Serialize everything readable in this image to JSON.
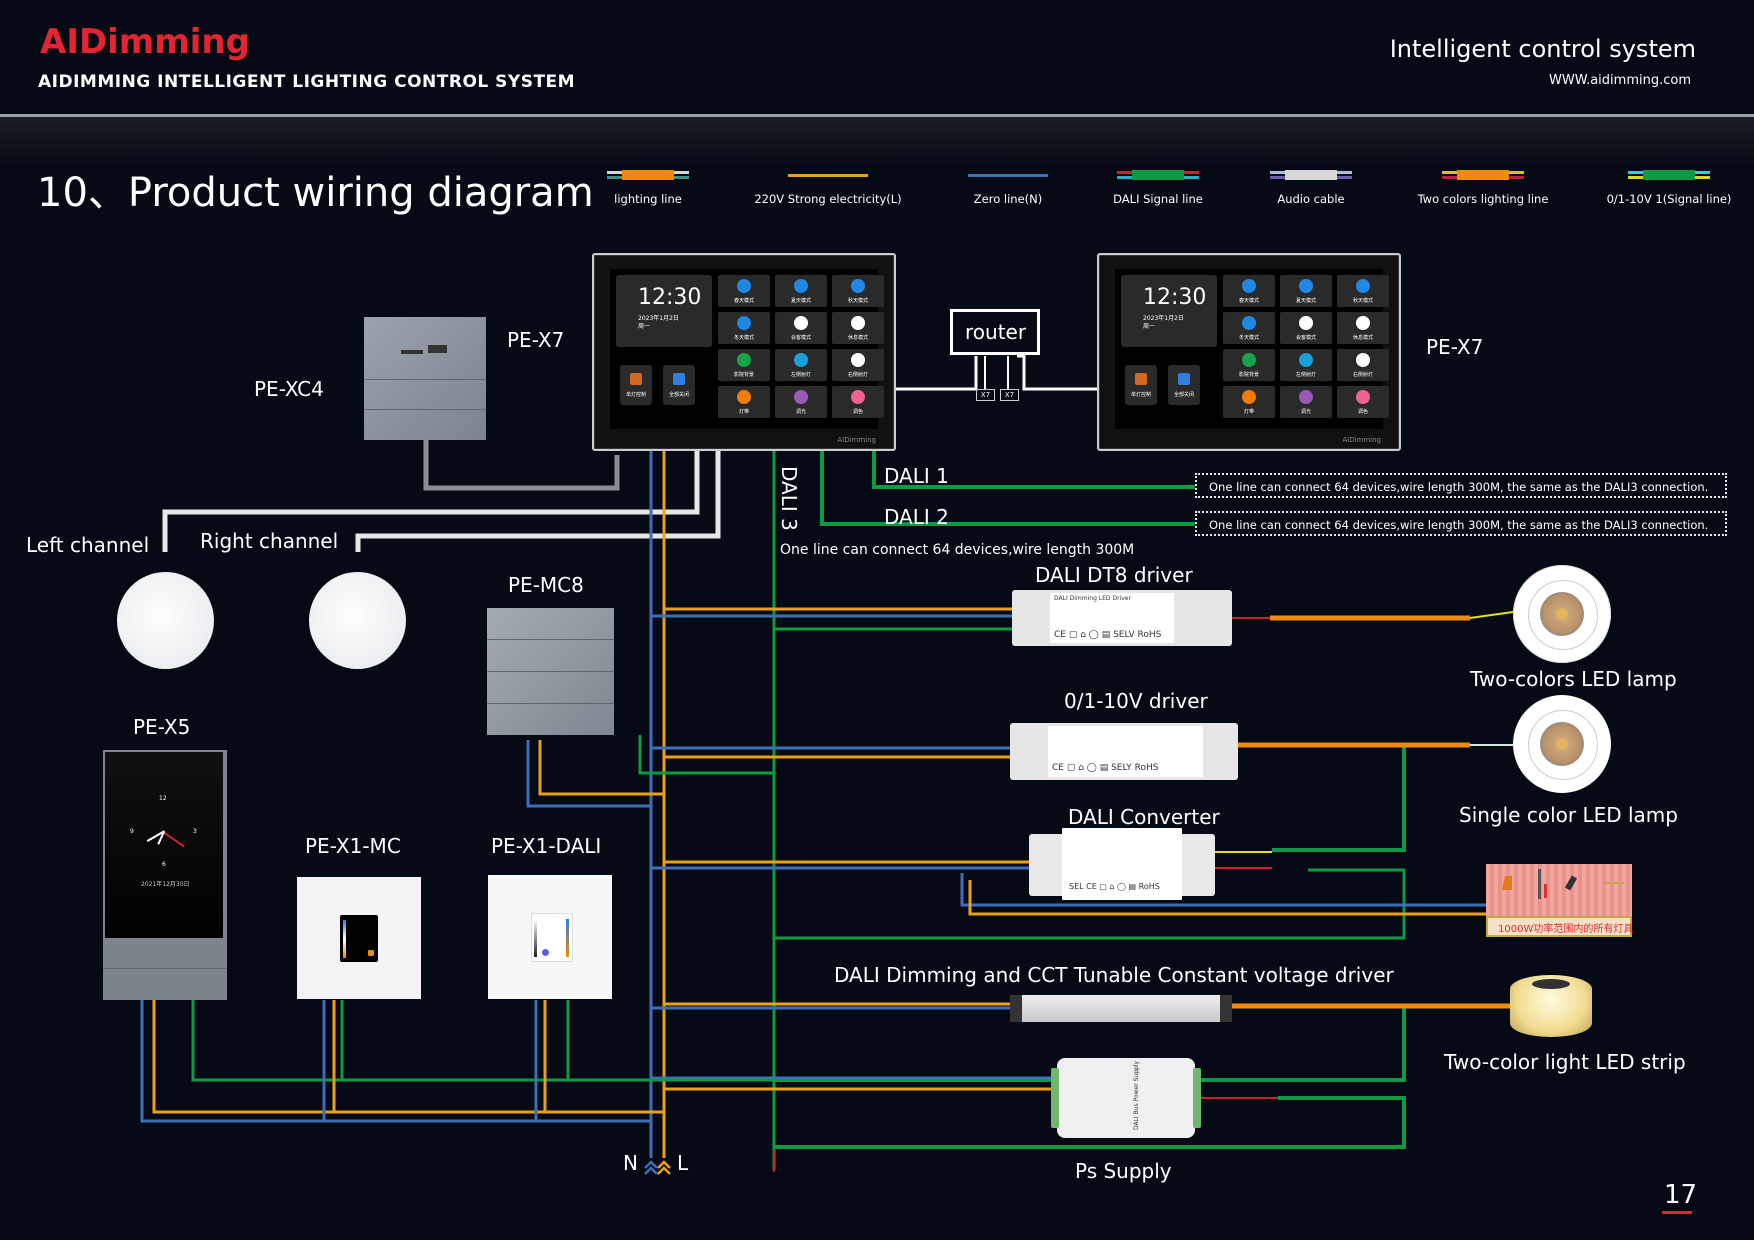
{
  "header": {
    "brand": "AIDimming",
    "subtitle": "AIDIMMING INTELLIGENT LIGHTING CONTROL SYSTEM",
    "tagline": "Intelligent control system",
    "url": "WWW.aidimming.com"
  },
  "page_title": "10、Product wiring diagram",
  "legend": [
    {
      "label": "lighting line",
      "icon": "lighting-line-swatch",
      "colors": {
        "core": "#f08a0a",
        "edge_top": "#cfd8d8",
        "edge_bottom": "#3e8f8a"
      }
    },
    {
      "label": "220V Strong electricity(L)",
      "icon": "live-line-swatch",
      "colors": {
        "core": "#e8a21a"
      }
    },
    {
      "label": "Zero line(N)",
      "icon": "neutral-line-swatch",
      "colors": {
        "core": "#3d6fb8"
      }
    },
    {
      "label": "DALI Signal line",
      "icon": "dali-signal-swatch",
      "colors": {
        "core": "#0e9a45",
        "edge_top": "#d11f2c",
        "edge_bottom": "#22b5c8"
      }
    },
    {
      "label": "Audio cable",
      "icon": "audio-cable-swatch",
      "colors": {
        "core": "#d8d8d8",
        "edge_top": "#9fc3e0",
        "edge_bottom": "#6e5fa8"
      }
    },
    {
      "label": "Two colors lighting line",
      "icon": "two-color-line-swatch",
      "colors": {
        "core": "#f08a0a",
        "edge_top": "#d8c02a",
        "edge_bottom": "#c01e40"
      }
    },
    {
      "label": "0/1-10V 1(Signal line)",
      "icon": "signal-010v-swatch",
      "colors": {
        "core": "#0e9a45",
        "edge_top": "#2ad0e0",
        "edge_bottom": "#e0d81a"
      }
    }
  ],
  "wire_colors": {
    "live": "#e8a21a",
    "neutral": "#3d6fb8",
    "dali": "#0e9a45",
    "audio": "#e8e8e8",
    "lighting": "#f08a0a",
    "red": "#d11f2c",
    "cyan": "#22b5c8",
    "yellow": "#e8e01a",
    "gray": "#8a8d92"
  },
  "devices": {
    "pe_x7_main": {
      "label": "PE-X7",
      "time": "12:30",
      "date": "2023年1月2日",
      "weekday": "周一",
      "logo": "AIDimming",
      "side_tiles": [
        {
          "label": "单灯控制",
          "icon": "single-light-icon",
          "color": "#d2691e"
        },
        {
          "label": "全部关闭",
          "icon": "all-off-icon",
          "color": "#2f7fe0"
        }
      ],
      "tiles": [
        {
          "label": "春天模式",
          "icon": "bulb-icon",
          "color": "#1e88e5"
        },
        {
          "label": "夏天模式",
          "icon": "bulb-icon",
          "color": "#1e88e5"
        },
        {
          "label": "秋天模式",
          "icon": "bulb-icon",
          "color": "#1e88e5"
        },
        {
          "label": "冬天模式",
          "icon": "bulbs-icon",
          "color": "#1e88e5"
        },
        {
          "label": "会客模式",
          "icon": "people-icon",
          "color": "#ffffff"
        },
        {
          "label": "休息模式",
          "icon": "rest-icon",
          "color": "#ffffff"
        },
        {
          "label": "影院背景",
          "icon": "tree-icon",
          "color": "#16a34a"
        },
        {
          "label": "左侧射灯",
          "icon": "chevron-left-icon",
          "color": "#1aa0d8"
        },
        {
          "label": "右侧射灯",
          "icon": "play-icon",
          "color": "#ffffff"
        },
        {
          "label": "灯带",
          "icon": "network-icon",
          "color": "#f07d0a"
        },
        {
          "label": "调光",
          "icon": "color-wheel-icon",
          "color": "#9b59b6"
        },
        {
          "label": "调色",
          "icon": "heart-icon",
          "color": "#f06292"
        }
      ]
    },
    "pe_x7_second": {
      "label": "PE-X7"
    },
    "router": {
      "label": "router",
      "ports": [
        "X7",
        "X7"
      ]
    },
    "pe_xc4": {
      "label": "PE-XC4"
    },
    "left_channel": {
      "label": "Left channel"
    },
    "right_channel": {
      "label": "Right channel"
    },
    "pe_mc8": {
      "label": "PE-MC8"
    },
    "pe_x5": {
      "label": "PE-X5",
      "date": "2021年12月30日",
      "clock_numbers": [
        "12",
        "3",
        "6",
        "9"
      ]
    },
    "pe_x1_mc": {
      "label": "PE-X1-MC"
    },
    "pe_x1_dali": {
      "label": "PE-X1-DALI"
    },
    "dali_dt8_driver": {
      "label": "DALI DT8 driver",
      "print": "DALI Dimming LED Driver"
    },
    "driver_010v": {
      "label": "0/1-10V driver"
    },
    "dali_converter": {
      "label": "DALI Converter"
    },
    "cv_driver": {
      "label": "DALI Dimming and CCT Tunable Constant voltage driver"
    },
    "ps_supply": {
      "label": "Ps Supply",
      "print": "DALI Bus Power Supply"
    },
    "two_colors_lamp": {
      "label": "Two-colors LED lamp"
    },
    "single_color_lamp": {
      "label": "Single color LED lamp"
    },
    "fixtures_panel": {
      "label": "1000W功率范围内的所有灯具"
    },
    "led_strip": {
      "label": "Two-color light LED strip"
    }
  },
  "bus_labels": {
    "dali1": "DALI 1",
    "dali2": "DALI 2",
    "dali3": "DALI 3",
    "dali3_note": "One line can connect 64 devices,wire length 300M",
    "dali1_note": "One line can connect 64 devices,wire length 300M,  the same as the DALI3 connection.",
    "dali2_note": "One line can connect 64 devices,wire length 300M,  the same as the DALI3 connection.",
    "neutral": "N",
    "live": "L"
  },
  "page_number": "17"
}
